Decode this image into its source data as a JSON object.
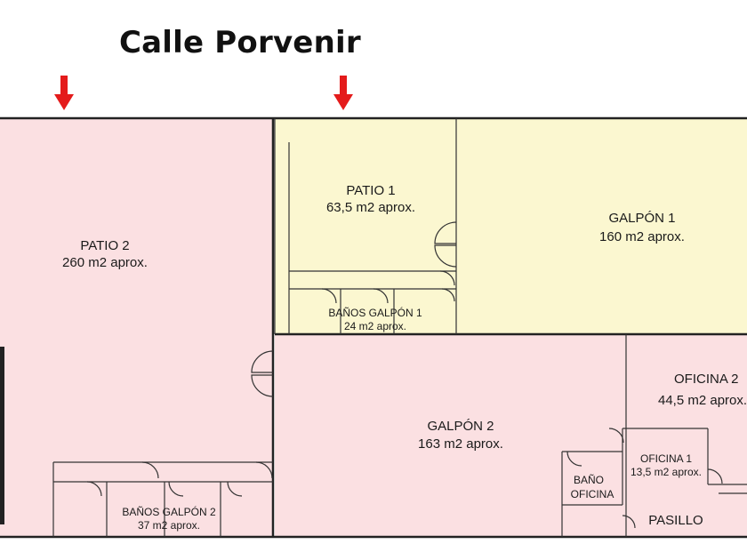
{
  "street": {
    "name": "Calle Porvenir"
  },
  "colors": {
    "pink": "#fbe0e2",
    "yellow": "#fbf7d0",
    "wall": "#222222",
    "arrow": "#e41b1b"
  },
  "icons": [
    "entrance-arrow-icon",
    "door-swing-icon"
  ],
  "rooms": {
    "patio2": {
      "name": "PATIO 2",
      "area": "260 m2 aprox."
    },
    "patio1": {
      "name": "PATIO 1",
      "area": "63,5 m2 aprox."
    },
    "galpon1": {
      "name": "GALPÓN 1",
      "area": "160 m2 aprox."
    },
    "banos_galpon1": {
      "name": "BAÑOS GALPÓN 1",
      "area": "24 m2 aprox."
    },
    "galpon2": {
      "name": "GALPÓN 2",
      "area": "163 m2 aprox."
    },
    "oficina2": {
      "name": "OFICINA 2",
      "area": "44,5 m2 aprox."
    },
    "oficina1": {
      "name": "OFICINA 1",
      "area": "13,5 m2 aprox."
    },
    "bano_oficina": {
      "name_line1": "BAÑO",
      "name_line2": "OFICINA"
    },
    "pasillo": {
      "name": "PASILLO"
    },
    "banos_galpon2": {
      "name": "BAÑOS GALPÓN 2",
      "area": "37 m2 aprox."
    }
  }
}
